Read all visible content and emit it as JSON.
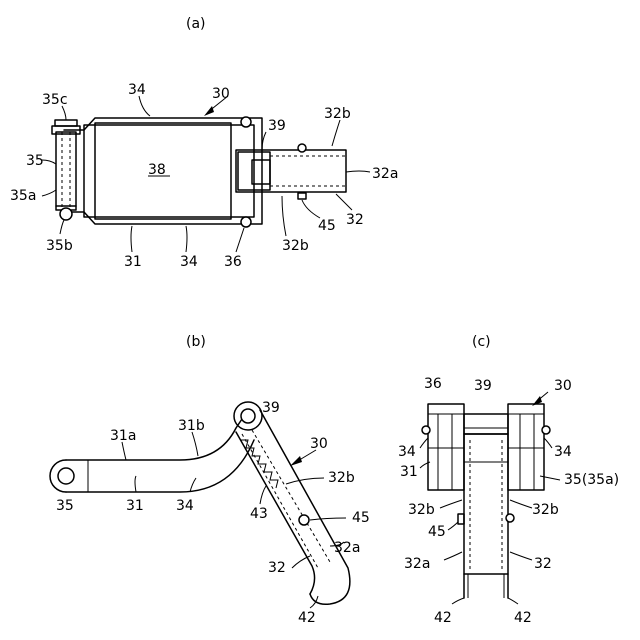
{
  "panels": {
    "a": {
      "caption": "(a)"
    },
    "b": {
      "caption": "(b)"
    },
    "c": {
      "caption": "(c)"
    }
  },
  "labels_a": {
    "l30": "30",
    "l34top": "34",
    "l35c": "35c",
    "l35": "35",
    "l35a": "35a",
    "l35b": "35b",
    "l38": "38",
    "l39": "39",
    "l32b_top": "32b",
    "l32a": "32a",
    "l45": "45",
    "l32": "32",
    "l32b_bot": "32b",
    "l31": "31",
    "l34bot": "34",
    "l36": "36"
  },
  "labels_b": {
    "l31a": "31a",
    "l31b": "31b",
    "l39": "39",
    "l30": "30",
    "l32b": "32b",
    "l35": "35",
    "l31": "31",
    "l34": "34",
    "l43": "43",
    "l45": "45",
    "l32a": "32a",
    "l32": "32",
    "l42": "42"
  },
  "labels_c": {
    "l36": "36",
    "l39": "39",
    "l30": "30",
    "l34L": "34",
    "l34R": "34",
    "l31": "31",
    "l35": "35(35a)",
    "l32bL": "32b",
    "l32bR": "32b",
    "l45": "45",
    "l32a": "32a",
    "l32": "32",
    "l42L": "42",
    "l42R": "42"
  }
}
